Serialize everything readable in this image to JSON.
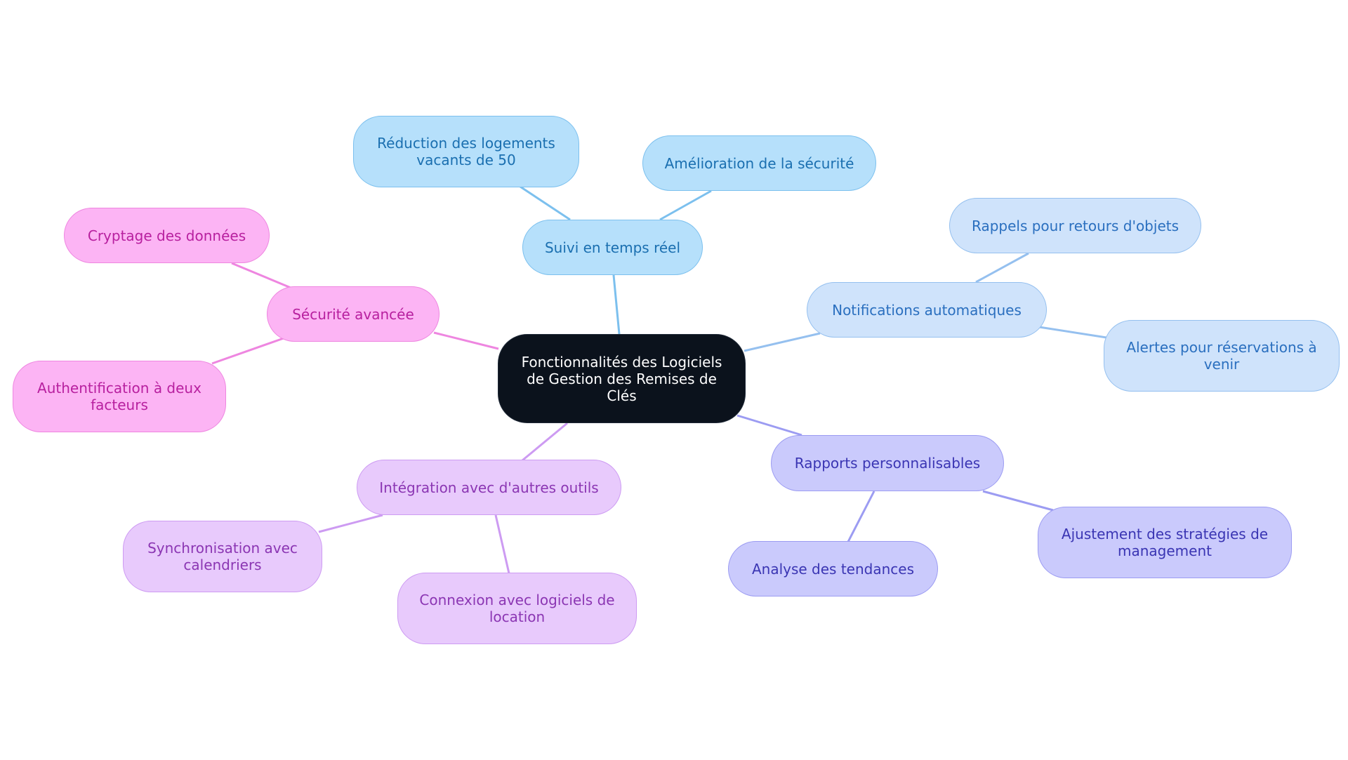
{
  "diagram": {
    "type": "mind-map",
    "root": {
      "label": "Fonctionnalités des Logiciels de Gestion des Remises de Clés"
    },
    "branches": [
      {
        "label": "Suivi en temps réel",
        "color": "#7cc0ee",
        "children": [
          {
            "label": "Réduction des logements vacants de 50"
          },
          {
            "label": "Amélioration de la sécurité"
          }
        ]
      },
      {
        "label": "Notifications automatiques",
        "color": "#95c0ef",
        "children": [
          {
            "label": "Rappels pour retours d'objets"
          },
          {
            "label": "Alertes pour réservations à venir"
          }
        ]
      },
      {
        "label": "Rapports personnalisables",
        "color": "#9c9cf2",
        "children": [
          {
            "label": "Analyse des tendances"
          },
          {
            "label": "Ajustement des stratégies de management"
          }
        ]
      },
      {
        "label": "Intégration avec d'autres outils",
        "color": "#cd9bf2",
        "children": [
          {
            "label": "Synchronisation avec calendriers"
          },
          {
            "label": "Connexion avec logiciels de location"
          }
        ]
      },
      {
        "label": "Sécurité avancée",
        "color": "#ee86e0",
        "children": [
          {
            "label": "Cryptage des données"
          },
          {
            "label": "Authentification à deux facteurs"
          }
        ]
      }
    ]
  }
}
